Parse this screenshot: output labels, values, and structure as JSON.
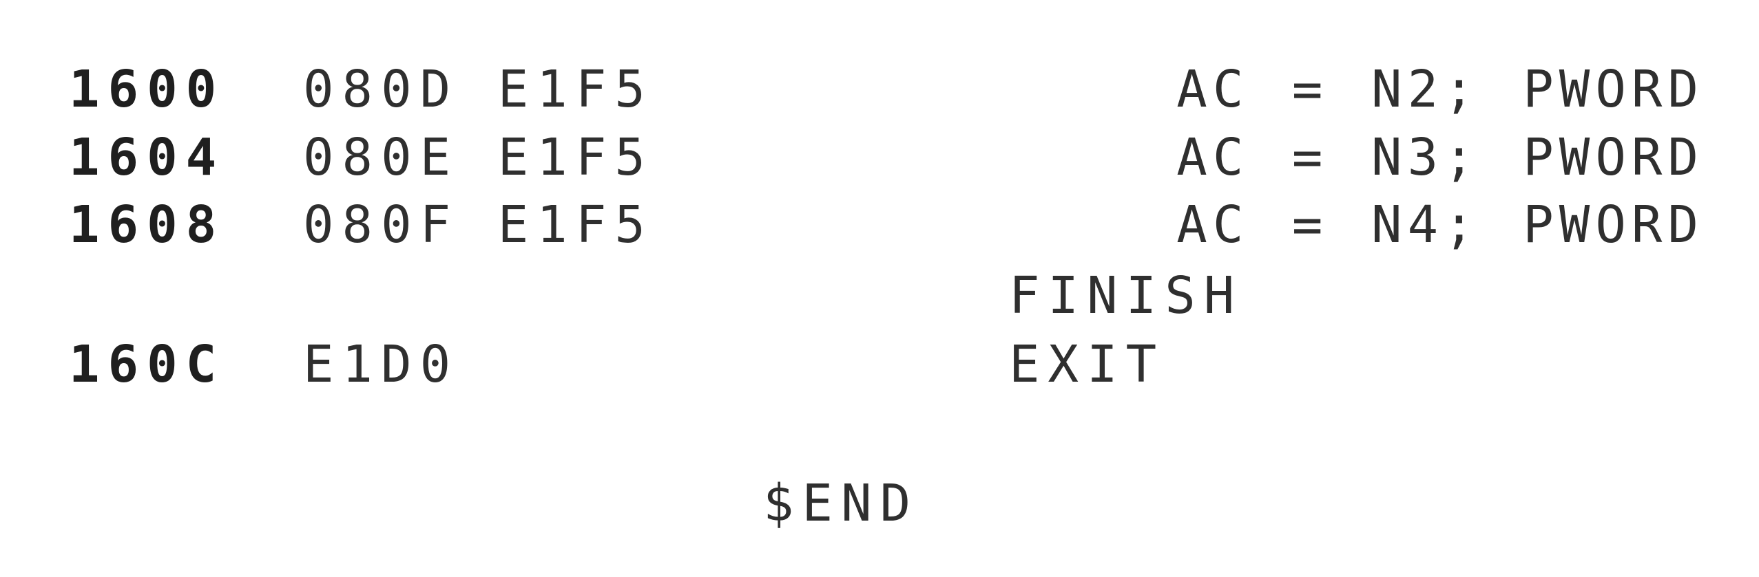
{
  "rows": [
    {
      "address": "1600",
      "code": "080D E1F5",
      "source": "AC = N2; PWORD"
    },
    {
      "address": "1604",
      "code": "080E E1F5",
      "source": "AC = N3; PWORD"
    },
    {
      "address": "1608",
      "code": "080F E1F5",
      "source": "AC = N4; PWORD"
    }
  ],
  "finish_line": {
    "keyword": "FINISH"
  },
  "exit_line": {
    "address": "160C",
    "code": "E1D0",
    "keyword": "EXIT"
  },
  "end_marker": "$END"
}
